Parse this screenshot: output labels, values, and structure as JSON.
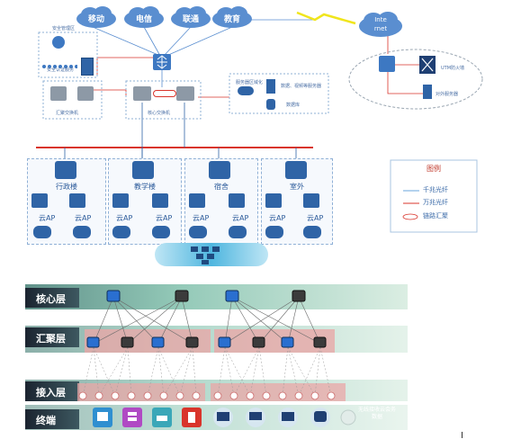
{
  "clouds": [
    {
      "label": "移动"
    },
    {
      "label": "电信"
    },
    {
      "label": "联通"
    },
    {
      "label": "教育"
    }
  ],
  "internet": {
    "label_line1": "Inte",
    "label_line2": "rnet"
  },
  "dmz": {
    "top_label": "安全管理区",
    "bottom_label": "安全认证服务"
  },
  "agg_left": {
    "label": "汇聚交换机"
  },
  "core": {
    "label": "核心交换机"
  },
  "servers": {
    "label1": "服务器区域化",
    "label2": "数据、视频等服务器",
    "label3": "数据库"
  },
  "ext": {
    "fw_label": "UTM防火墙",
    "srv_label": "对外服务器"
  },
  "buildings": [
    {
      "name": "行政楼",
      "ap1": "云AP",
      "ap2": "云AP"
    },
    {
      "name": "教学楼",
      "ap1": "云AP",
      "ap2": "云AP"
    },
    {
      "name": "宿舍",
      "ap1": "云AP",
      "ap2": "云AP"
    },
    {
      "name": "室外",
      "ap1": "云AP",
      "ap2": "云AP"
    }
  ],
  "legend": {
    "title": "图例",
    "items": [
      "千兆光纤",
      "万兆光纤",
      "链路汇聚"
    ]
  },
  "layers": {
    "core": "核心层",
    "agg": "汇聚层",
    "access": "接入层",
    "terminal": "终端"
  },
  "terminal_note": {
    "line1": "无线接收云会务",
    "line2": "数据"
  },
  "colors": {
    "blue": "#2f64a6",
    "red": "#d9342b",
    "green": "#4cae84",
    "pink": "#e9a7a7",
    "teal": "#3aa7b8"
  }
}
